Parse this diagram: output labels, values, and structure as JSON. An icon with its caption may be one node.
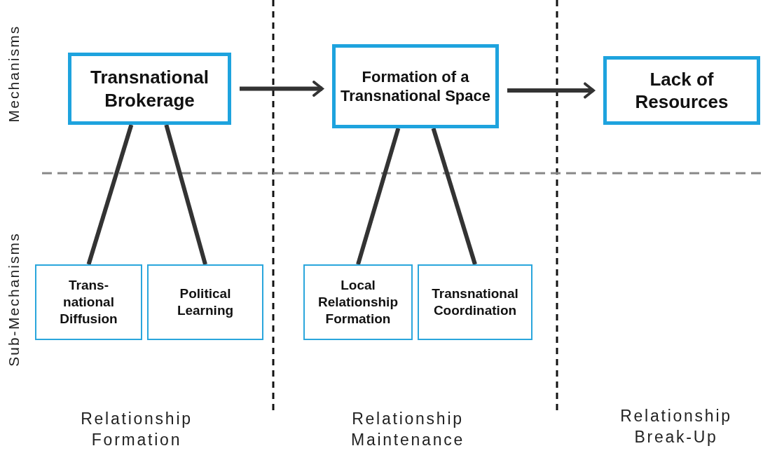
{
  "diagram": {
    "nodes": [
      {
        "text": [
          "Transnational Brokerage"
        ]
      },
      {
        "text": [
          "Formation of a Transnational Space"
        ]
      },
      {
        "text": [
          "Lack of Resources"
        ]
      },
      {
        "text": [
          "Trans-national Diffusion"
        ]
      },
      {
        "text": [
          "Political Learning"
        ]
      },
      {
        "text": [
          "Local Relationship Formation"
        ]
      },
      {
        "text": [
          "Transnational Coordination"
        ]
      }
    ],
    "edges": [
      {
        "from": 0,
        "to": 1,
        "arrow": "to"
      },
      {
        "from": 1,
        "to": 2,
        "arrow": "to"
      },
      {
        "from": 0,
        "to": 3,
        "arrow": "none"
      },
      {
        "from": 0,
        "to": 4,
        "arrow": "none"
      },
      {
        "from": 1,
        "to": 5,
        "arrow": "none"
      },
      {
        "from": 1,
        "to": 6,
        "arrow": "none"
      }
    ],
    "labels": [
      "Mechanisms",
      "Sub-Mechanisms",
      "Relationship Formation",
      "Relationship Maintenance",
      "Relationship Break-Up"
    ]
  }
}
